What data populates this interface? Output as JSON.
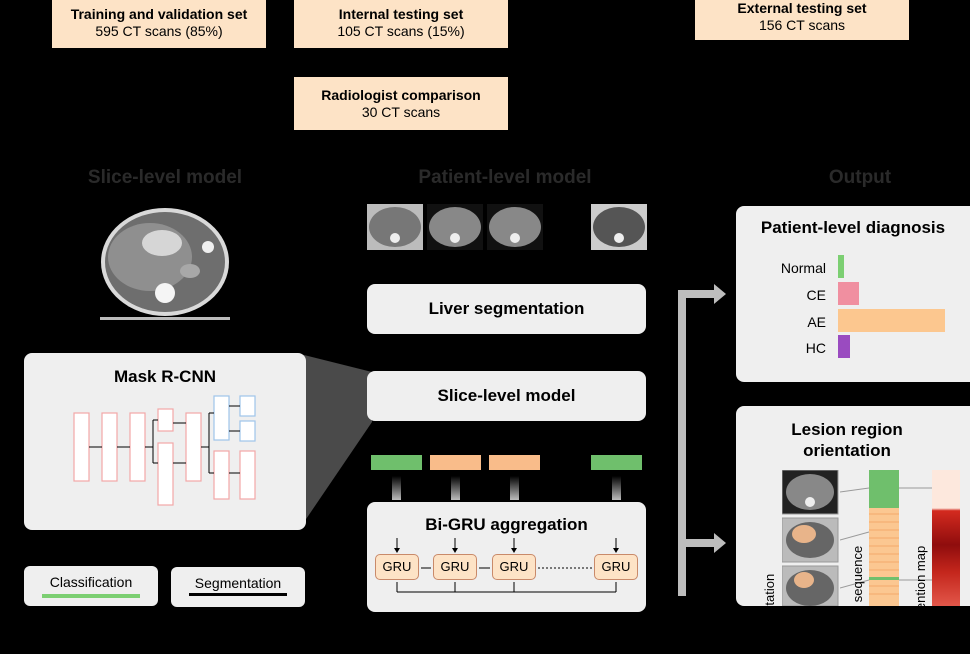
{
  "datasets": {
    "training": {
      "title": "Training and validation set",
      "detail": "595 CT scans (85%)"
    },
    "internal": {
      "title": "Internal testing set",
      "detail": "105 CT scans (15%)"
    },
    "external": {
      "title": "External testing set",
      "detail": "156 CT scans"
    },
    "radiologist": {
      "title": "Radiologist comparison",
      "detail": "30 CT scans"
    }
  },
  "columns": {
    "slice": "Slice-level model",
    "patient": "Patient-level model",
    "output": "Output"
  },
  "mask_rcnn": {
    "title": "Mask R-CNN"
  },
  "legend": {
    "classification": "Classification",
    "segmentation": "Segmentation"
  },
  "pipeline": {
    "liver_segmentation": "Liver segmentation",
    "slice_model": "Slice-level model",
    "bigru": "Bi-GRU aggregation",
    "gru_label": "GRU",
    "feature_colors": [
      "#6fbf6c",
      "#f9bc8a",
      "#f9bc8a",
      "#6fbf6c"
    ]
  },
  "patient_diagnosis": {
    "title": "Patient-level diagnosis",
    "chart_data": {
      "type": "bar",
      "orientation": "horizontal",
      "categories": [
        "Normal",
        "CE",
        "AE",
        "HC"
      ],
      "values": [
        0.05,
        0.19,
        0.97,
        0.11
      ],
      "colors": [
        "#7ccf72",
        "#f08fa0",
        "#fcc78f",
        "#9a4bc0"
      ],
      "xlim": [
        0,
        1
      ]
    }
  },
  "lesion": {
    "title_line1": "Lesion region",
    "title_line2": "orientation",
    "label_segmentation": "Segmentation",
    "label_sequence": "Slice sequence",
    "label_attention": "Attention map"
  },
  "colors": {
    "peach": "#fde3c6",
    "panel": "#efefef",
    "arrow": "#bdbdbd"
  }
}
